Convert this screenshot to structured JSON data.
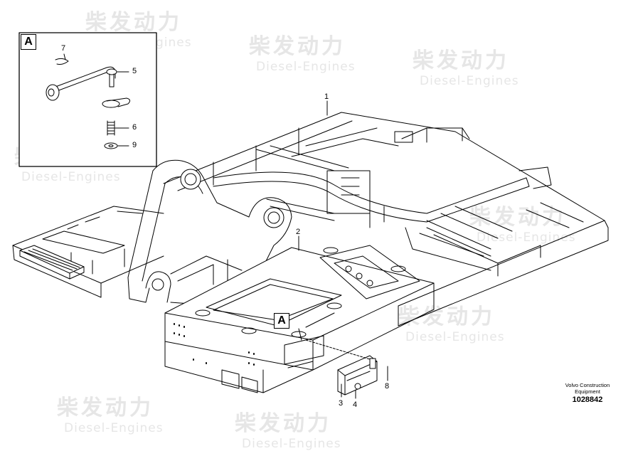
{
  "watermark": {
    "cn": "柴发动力",
    "en": "Diesel-Engines"
  },
  "detail_label": "A",
  "callouts": {
    "c1": "1",
    "c2": "2",
    "c3": "3",
    "c4": "4",
    "c5": "5",
    "c6": "6",
    "c7": "7",
    "c8": "8",
    "c9": "9"
  },
  "brand_line1": "Volvo Construction",
  "brand_line2": "Equipment",
  "drawing_number": "1028842"
}
